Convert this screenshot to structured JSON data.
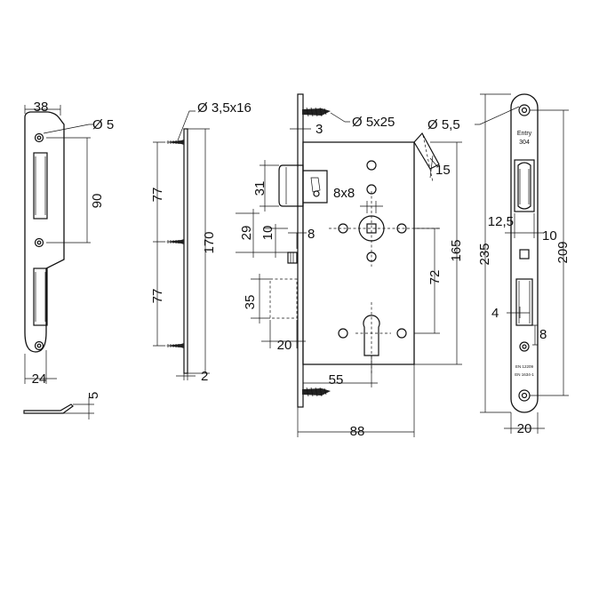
{
  "colors": {
    "line": "#111111",
    "background": "#ffffff"
  },
  "strike_plate": {
    "width_top": "38",
    "hole_diameter": "Ø 5",
    "hole_spacing": "90",
    "width_bottom": "24",
    "side_thickness": "5"
  },
  "faceplate_screws": {
    "screw": "Ø 3,5x16",
    "spacing_upper": "77",
    "spacing_lower": "77",
    "height": "170",
    "thickness": "2"
  },
  "lock_body": {
    "front_thickness": "3",
    "screw": "Ø 5x25",
    "angle": "15",
    "latch_height": "31",
    "follower": "8x8",
    "dim_29": "29",
    "dim_10": "10",
    "dim_8": "8",
    "dim_35": "35",
    "dim_20": "20",
    "center_distance": "72",
    "backset": "55",
    "case_depth": "88",
    "case_height": "165"
  },
  "front_view": {
    "hole_diameter": "Ø 5,5",
    "entry_label": "Entry",
    "model_label": "304",
    "dim_12_5": "12,5",
    "dim_10": "10",
    "dim_4": "4",
    "dim_8": "8",
    "height": "235",
    "hole_spacing": "209",
    "width": "20",
    "standard_1": "EN 12209",
    "standard_2": "EN 1634-1"
  }
}
